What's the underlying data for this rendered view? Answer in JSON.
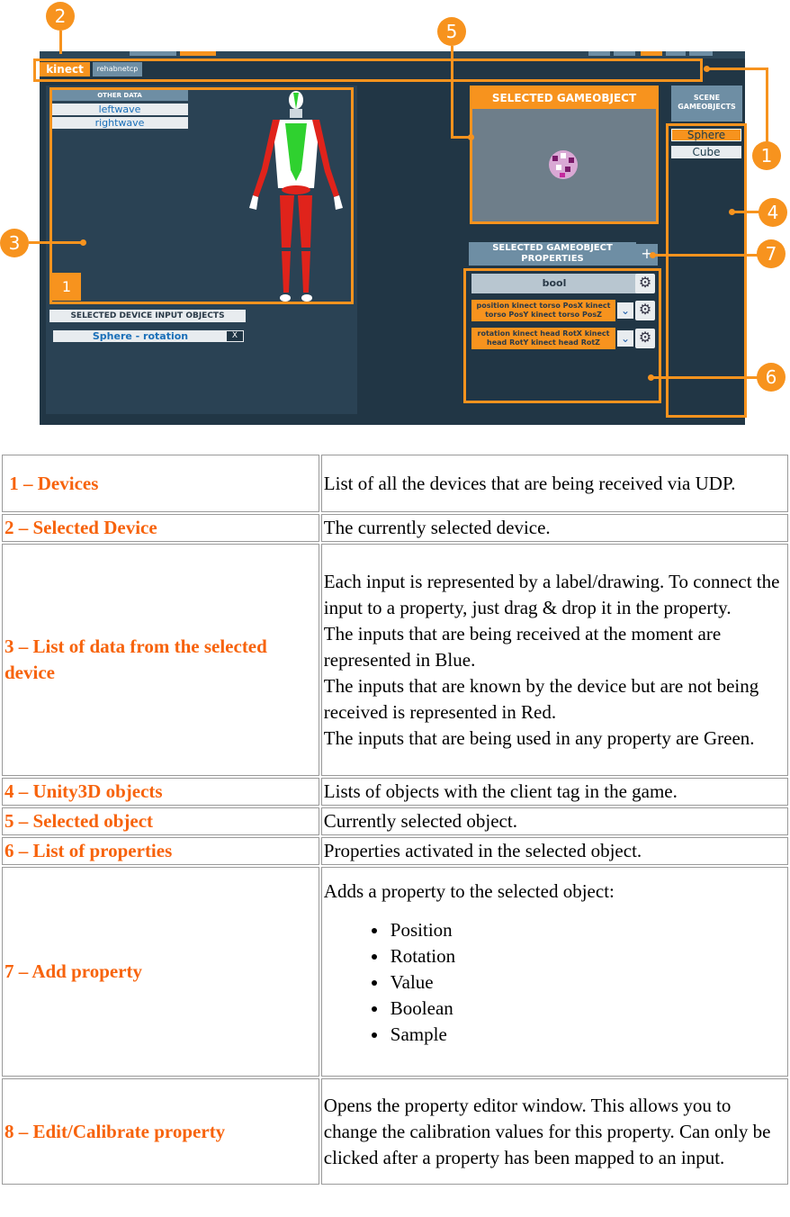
{
  "app": {
    "devices": [
      "kinect",
      "rehabnetcp"
    ],
    "other_data_title": "OTHER DATA",
    "other_data_items": [
      "leftwave",
      "rightwave"
    ],
    "page_index": "1",
    "selected_inputs_title": "SELECTED DEVICE INPUT OBJECTS",
    "selected_input_item": "Sphere - rotation",
    "selected_input_remove": "X",
    "selected_gameobject_title": "SELECTED GAMEOBJECT",
    "scene_gameobjects_title": "SCENE GAMEOBJECTS",
    "scene_objects": [
      "Sphere",
      "Cube"
    ],
    "properties_title": "SELECTED GAMEOBJECT PROPERTIES",
    "add_property": "+",
    "properties": [
      "bool",
      "position kinect torso PosX kinect torso PosY kinect torso PosZ",
      "rotation kinect head RotX kinect head RotY kinect head RotZ"
    ],
    "callouts": [
      "1",
      "2",
      "3",
      "4",
      "5",
      "6",
      "7"
    ]
  },
  "table": {
    "rows": [
      {
        "key": "1 – Devices",
        "value": "List of all the devices that are being received via UDP."
      },
      {
        "key": "2 – Selected Device",
        "value": "The currently selected device."
      },
      {
        "key": "3 – List of data from the selected device",
        "lines": [
          "Each input is represented by a label/drawing. To connect the input to a property, just drag & drop it in the property.",
          "The inputs that are being received at the moment are represented in Blue.",
          "The inputs that are known by the device but are not being received is represented in Red.",
          "The inputs that are being used in any property are Green."
        ]
      },
      {
        "key": "4 – Unity3D objects",
        "value": "Lists of objects with the client tag in the game."
      },
      {
        "key": "5 – Selected object",
        "value": "Currently selected object."
      },
      {
        "key": "6 – List of properties",
        "value": "Properties activated in the selected object."
      },
      {
        "key": "7 – Add property",
        "value": "Adds a property to the selected object:",
        "bullets": [
          "Position",
          "Rotation",
          "Value",
          "Boolean",
          "Sample"
        ]
      },
      {
        "key": "8 – Edit/Calibrate property",
        "value": "Opens the property editor window. This allows you to change the calibration values for this property. Can only be clicked after a property has been mapped to an input."
      }
    ]
  },
  "colors": {
    "accent": "#f7931e",
    "key_text": "#f7630c",
    "panel": "#213645",
    "body_red": "#e0231b",
    "body_green": "#2fd12f"
  }
}
